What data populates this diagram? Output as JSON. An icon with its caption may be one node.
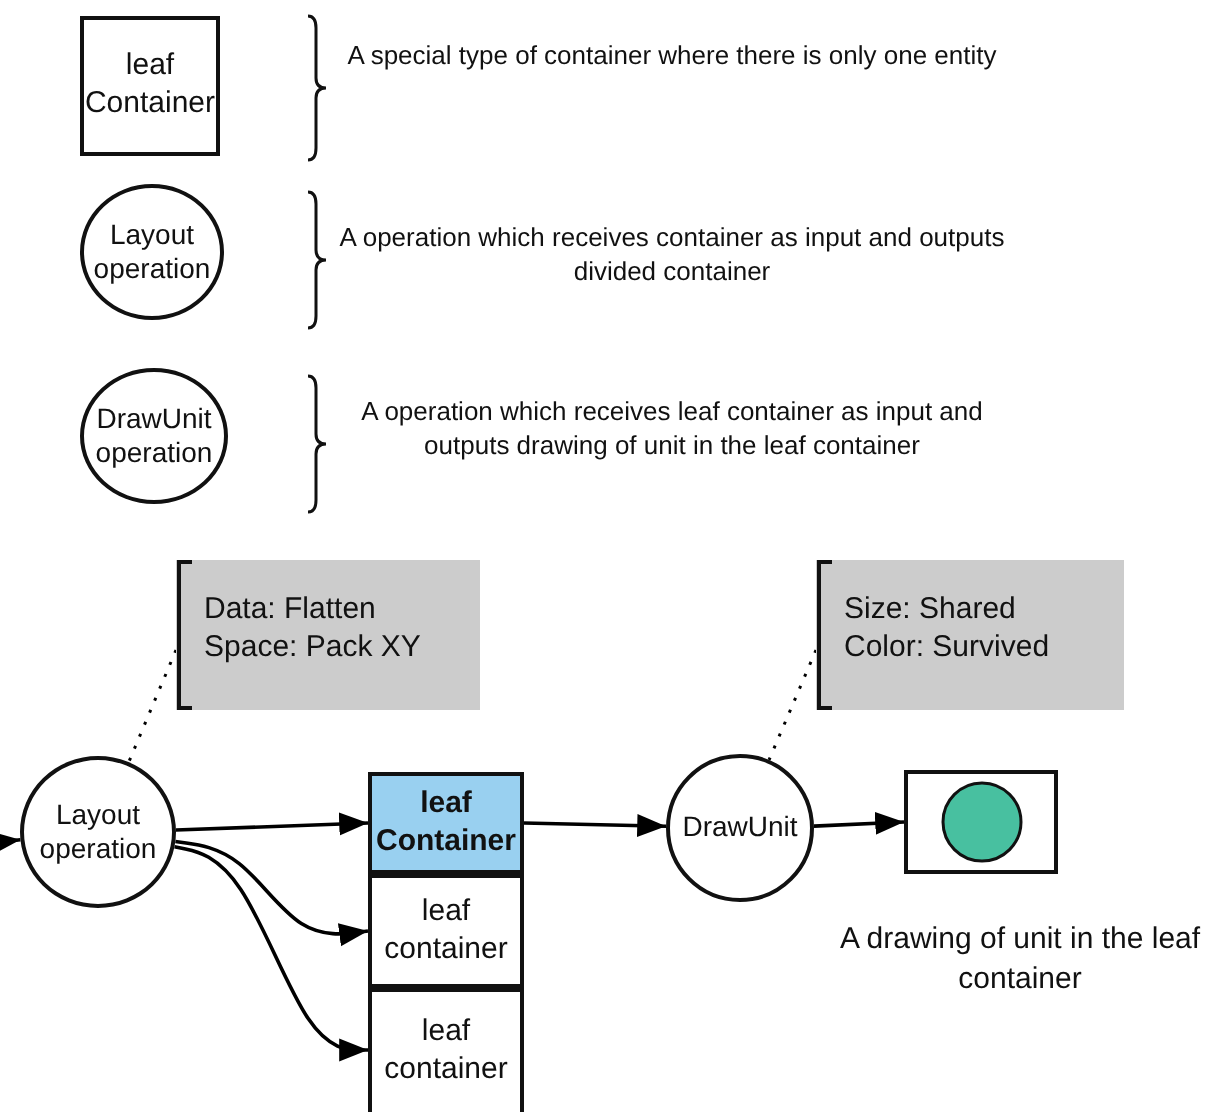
{
  "diagram": {
    "nodes": [
      {
        "text": [
          "leaf Container"
        ]
      },
      {
        "text": [
          "Layout operation"
        ]
      },
      {
        "text": [
          "DrawUnit operation"
        ]
      },
      {
        "text": [
          "Data: Flatten",
          "Space: Pack XY"
        ]
      },
      {
        "text": [
          "Layout operation"
        ]
      },
      {
        "text": [
          "leaf Container"
        ]
      },
      {
        "text": [
          "leaf container"
        ]
      },
      {
        "text": [
          "leaf container"
        ]
      },
      {
        "text": [
          "Size: Shared",
          "Color: Survived"
        ]
      },
      {
        "text": [
          "DrawUnit"
        ]
      },
      {
        "text": [],
        "shape": "picture",
        "beside": [
          "A drawing of unit in the leaf container"
        ]
      }
    ],
    "edges": [
      {
        "from": null,
        "to": 4,
        "arrow": "to"
      },
      {
        "from": 4,
        "to": 5,
        "arrow": "to"
      },
      {
        "from": 4,
        "to": 6,
        "arrow": "to"
      },
      {
        "from": 4,
        "to": 7,
        "arrow": "to"
      },
      {
        "from": 5,
        "to": 9,
        "arrow": "to"
      },
      {
        "from": 9,
        "to": 10,
        "arrow": "to"
      },
      {
        "from": 3,
        "to": 4,
        "arrow": "none",
        "style": "dashed"
      },
      {
        "from": 8,
        "to": 9,
        "arrow": "none",
        "style": "dashed"
      }
    ],
    "labels": [
      "A special type of container where there is only one entity",
      "A operation which receives container as input and outputs divided container",
      "A operation which receives  leaf container as input and outputs drawing of unit in the leaf container"
    ]
  }
}
